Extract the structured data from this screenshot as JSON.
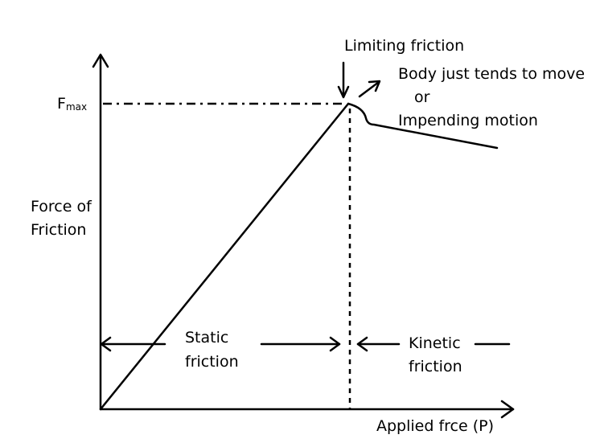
{
  "diagram": {
    "fmax_label": "F",
    "fmax_subscript": "max",
    "y_axis_label_line1": "Force of",
    "y_axis_label_line2": "Friction",
    "x_axis_label": "Applied frce (P)",
    "limiting_label": "Limiting friction",
    "impending_line1": "Body just tends to move",
    "impending_line2": "or",
    "impending_line3": "Impending motion",
    "static_line1": "Static",
    "static_line2": "friction",
    "kinetic_line1": "Kinetic",
    "kinetic_line2": "friction"
  }
}
